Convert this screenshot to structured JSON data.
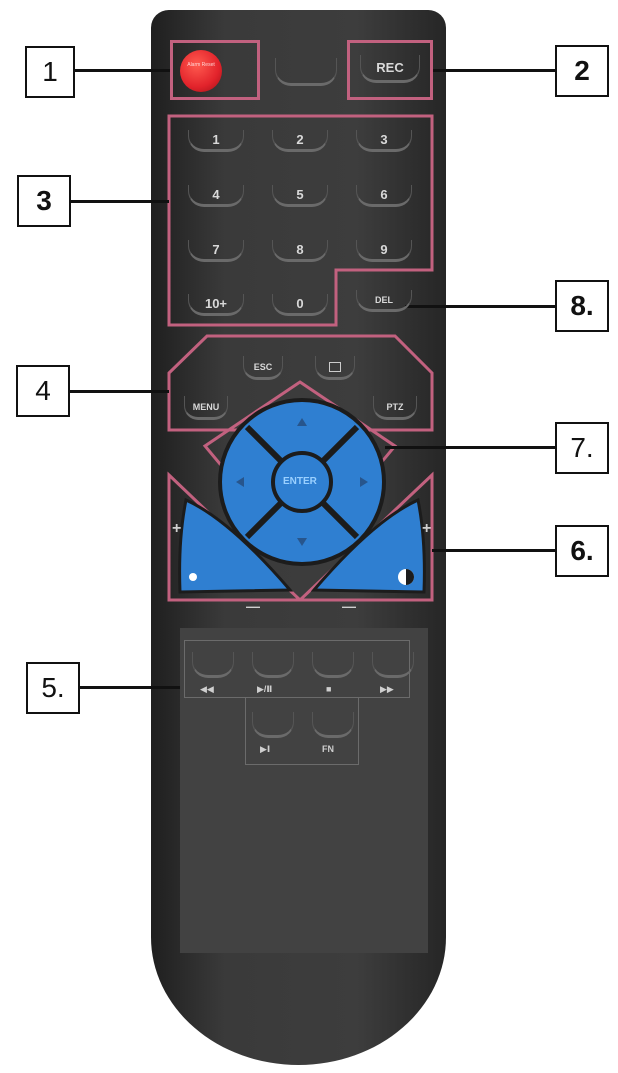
{
  "callouts": [
    "1",
    "2",
    "3",
    "4",
    "5.",
    "6.",
    "7.",
    "8."
  ],
  "top": {
    "power_label": "Alarm Reset",
    "rec_label": "REC"
  },
  "keypad": [
    "1",
    "2",
    "3",
    "4",
    "5",
    "6",
    "7",
    "8",
    "9",
    "10+",
    "0"
  ],
  "del_label": "DEL",
  "nav": {
    "esc": "ESC",
    "menu": "MENU",
    "ptz": "PTZ",
    "enter": "ENTER"
  },
  "side": {
    "plus": "+",
    "minus": "—"
  },
  "playback": {
    "rewind": "◀◀",
    "play_pause": "▶/Ⅱ",
    "stop": "■",
    "fast_forward": "▶▶",
    "frame": "▶Ⅰ",
    "fn": "FN"
  },
  "colors": {
    "highlight": "#c2617f",
    "dpad_blue": "#2f7fd1",
    "power_red": "#e2232b"
  }
}
